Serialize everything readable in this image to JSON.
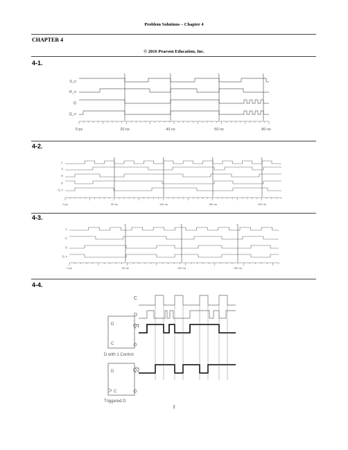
{
  "header": "Problem Solutions – Chapter 4",
  "chapter": "CHAPTER 4",
  "copyright": "© 2016 Pearson Education, Inc.",
  "page_number": "1",
  "colors": {
    "wave": "#666666",
    "marker": "#444444",
    "bold_wave": "#000000"
  },
  "problems": [
    {
      "number": "4-1.",
      "signals": [
        "S_n",
        "R_n",
        "Q",
        "Q_n"
      ],
      "time_labels": [
        "0 ps",
        "20 ns",
        "40 ns",
        "60 ns",
        "80 ns"
      ]
    },
    {
      "number": "4-2.",
      "signals": [
        "C",
        "S",
        "R",
        "Q",
        "Q_n"
      ],
      "time_labels": [
        "0 ps",
        "50 ns",
        "100 ns",
        "150 ns",
        "200 ns"
      ]
    },
    {
      "number": "4-3.",
      "signals": [
        "C",
        "D",
        "Q",
        "Q_n"
      ],
      "time_labels": [
        "0 ps",
        "50 ns",
        "100 ns",
        "150 ns"
      ]
    },
    {
      "number": "4-4.",
      "signals": [
        "C",
        "D",
        "Q1",
        "Q2"
      ],
      "block1": {
        "in1": "D",
        "in2": "C",
        "caption": "D with 1 Control"
      },
      "block2": {
        "in1": "D",
        "in2": "C",
        "caption": "Triggered D"
      }
    }
  ]
}
